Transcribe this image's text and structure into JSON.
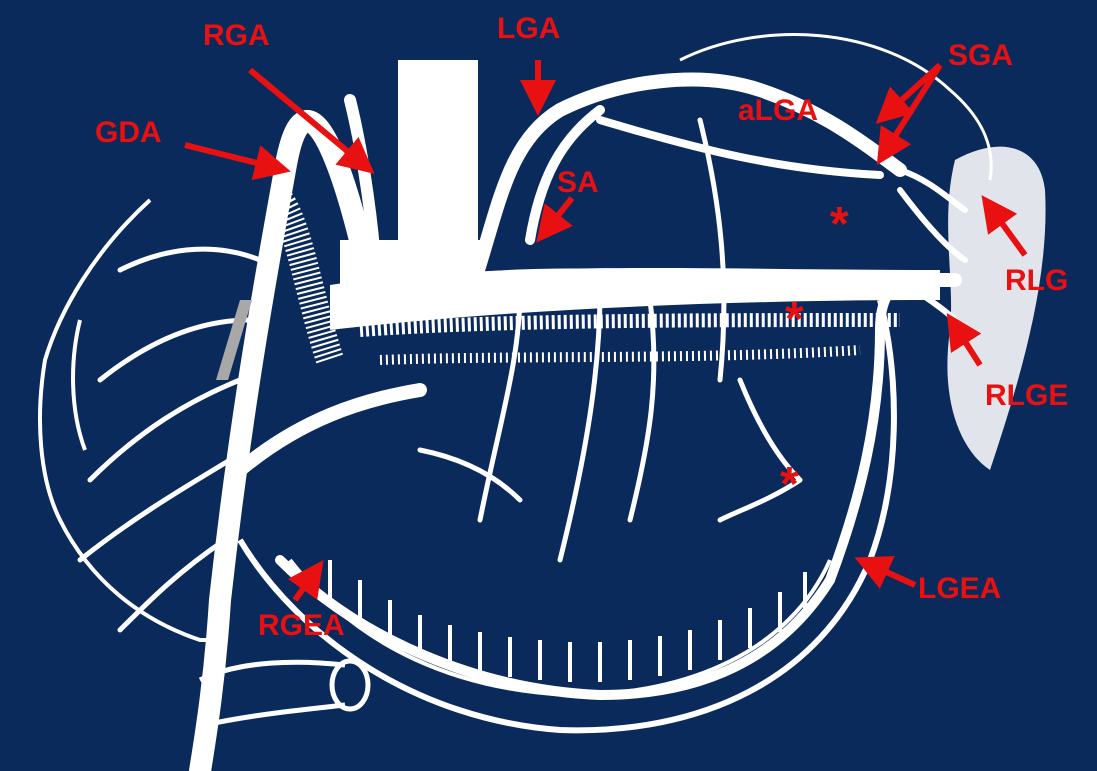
{
  "figure": {
    "background": "#0b2a5c",
    "vessel_color": "#ffffff",
    "label_color": "#e81010"
  },
  "labels": {
    "rga": "RGA",
    "lga": "LGA",
    "sga": "SGA",
    "alga": "aLGA",
    "gda": "GDA",
    "sa": "SA",
    "rlg": "RLG",
    "rlge": "RLGE",
    "lgea": "LGEA",
    "rgea": "RGEA"
  },
  "markers": {
    "star1": "*",
    "star2": "*",
    "star3": "*"
  }
}
